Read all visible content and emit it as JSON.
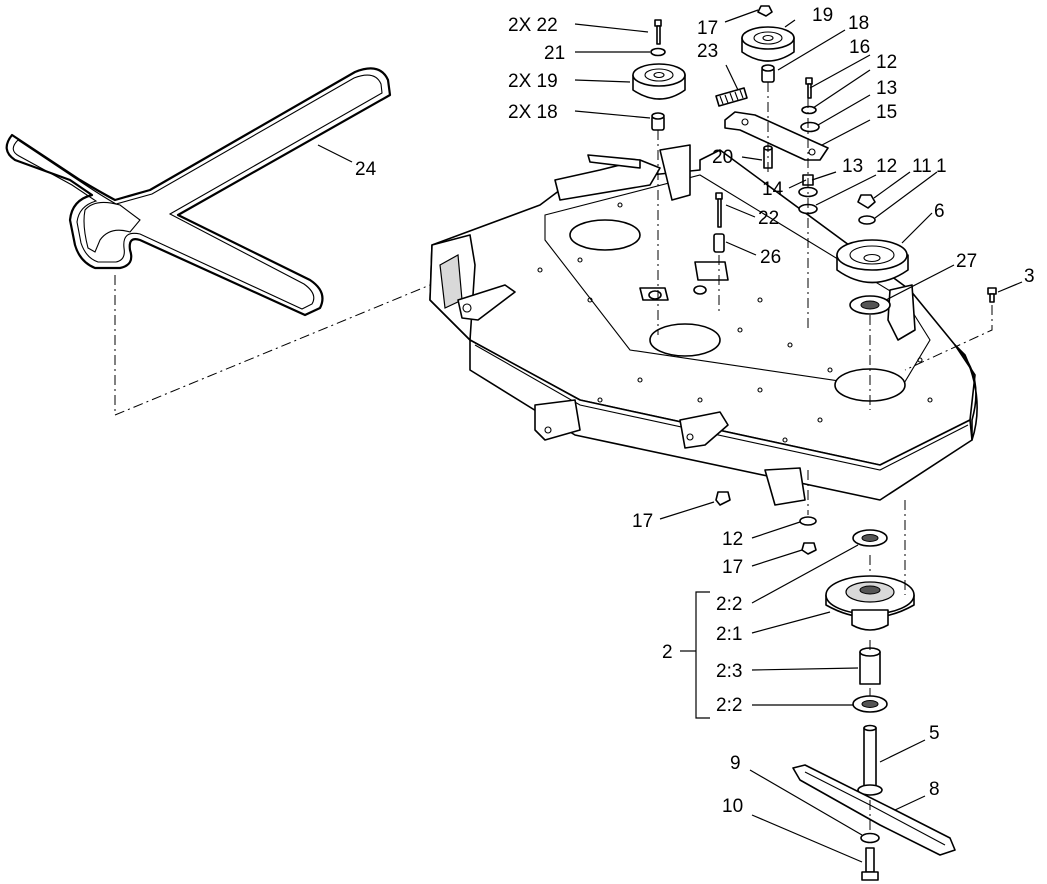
{
  "callouts": [
    {
      "id": "c-2x22",
      "text": "2X 22"
    },
    {
      "id": "c-21",
      "text": "21"
    },
    {
      "id": "c-2x19",
      "text": "2X 19"
    },
    {
      "id": "c-2x18",
      "text": "2X 18"
    },
    {
      "id": "c-17a",
      "text": "17"
    },
    {
      "id": "c-19",
      "text": "19"
    },
    {
      "id": "c-18",
      "text": "18"
    },
    {
      "id": "c-23",
      "text": "23"
    },
    {
      "id": "c-16",
      "text": "16"
    },
    {
      "id": "c-12a",
      "text": "12"
    },
    {
      "id": "c-13a",
      "text": "13"
    },
    {
      "id": "c-15",
      "text": "15"
    },
    {
      "id": "c-20",
      "text": "20"
    },
    {
      "id": "c-13b",
      "text": "13"
    },
    {
      "id": "c-12b",
      "text": "12"
    },
    {
      "id": "c-11",
      "text": "11"
    },
    {
      "id": "c-1",
      "text": "1"
    },
    {
      "id": "c-14",
      "text": "14"
    },
    {
      "id": "c-6",
      "text": "6"
    },
    {
      "id": "c-22",
      "text": "22"
    },
    {
      "id": "c-26",
      "text": "26"
    },
    {
      "id": "c-27",
      "text": "27"
    },
    {
      "id": "c-3",
      "text": "3"
    },
    {
      "id": "c-24",
      "text": "24"
    },
    {
      "id": "c-17b",
      "text": "17"
    },
    {
      "id": "c-12c",
      "text": "12"
    },
    {
      "id": "c-17c",
      "text": "17"
    },
    {
      "id": "c-2-2a",
      "text": "2:2"
    },
    {
      "id": "c-2-1",
      "text": "2:1"
    },
    {
      "id": "c-2",
      "text": "2"
    },
    {
      "id": "c-2-3",
      "text": "2:3"
    },
    {
      "id": "c-2-2b",
      "text": "2:2"
    },
    {
      "id": "c-5",
      "text": "5"
    },
    {
      "id": "c-9",
      "text": "9"
    },
    {
      "id": "c-8",
      "text": "8"
    },
    {
      "id": "c-10",
      "text": "10"
    }
  ]
}
